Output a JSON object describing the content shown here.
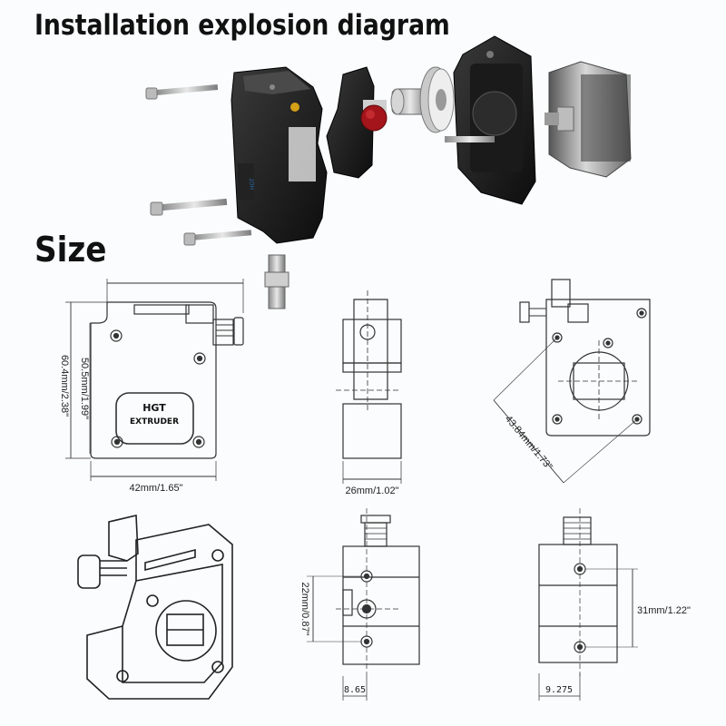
{
  "titles": {
    "main": "Installation explosion diagram",
    "size": "Size"
  },
  "front_view": {
    "width_label": "42mm/1.65\"",
    "height_outer_label": "60.4mm/2.38\"",
    "height_inner_label": "50.5mm/1.99\"",
    "brand_line1": "HGT",
    "brand_line2": "EXTRUDER"
  },
  "side_view": {
    "width_label": "26mm/1.02\""
  },
  "back_view": {
    "diagonal_label": "43.84mm/1.73\""
  },
  "bottom_side_view": {
    "height_label": "22mm/0.87\"",
    "offset_label": "8.65"
  },
  "bottom_back_view": {
    "height_label": "31mm/1.22\"",
    "offset_label": "9.275"
  }
}
